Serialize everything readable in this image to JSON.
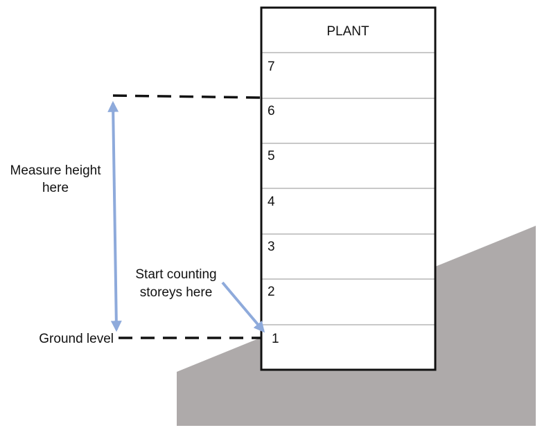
{
  "building": {
    "title": "PLANT",
    "storeys": [
      "7",
      "6",
      "5",
      "4",
      "3",
      "2",
      "1"
    ]
  },
  "labels": {
    "measure_line1": "Measure height",
    "measure_line2": "here",
    "count_line1": "Start counting",
    "count_line2": "storeys here",
    "ground": "Ground level"
  },
  "colors": {
    "slope_fill": "#aeaaaa",
    "arrow": "#8eaadb",
    "outline": "#111111",
    "storey_divider": "#c8c8c8",
    "dashed_line": "#111111"
  }
}
